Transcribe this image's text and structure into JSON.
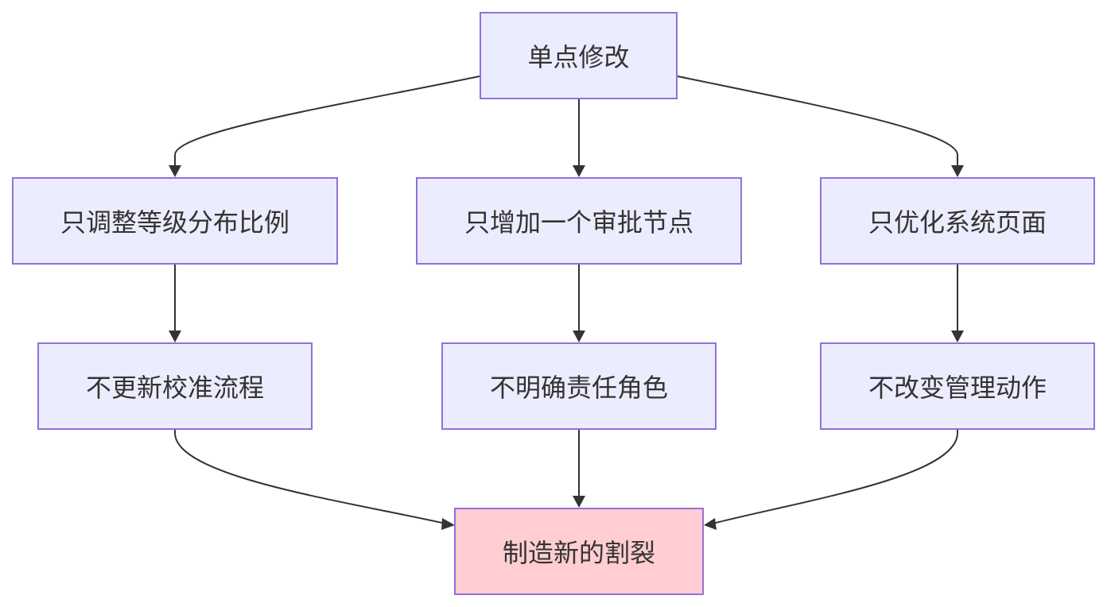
{
  "diagram": {
    "nodes": {
      "root": "单点修改",
      "a1": "只调整等级分布比例",
      "b1": "只增加一个审批节点",
      "c1": "只优化系统页面",
      "a2": "不更新校准流程",
      "b2": "不明确责任角色",
      "c2": "不改变管理动作",
      "outcome": "制造新的割裂"
    },
    "edges": [
      {
        "from": "root",
        "to": "a1"
      },
      {
        "from": "root",
        "to": "b1"
      },
      {
        "from": "root",
        "to": "c1"
      },
      {
        "from": "a1",
        "to": "a2"
      },
      {
        "from": "b1",
        "to": "b2"
      },
      {
        "from": "c1",
        "to": "c2"
      },
      {
        "from": "a2",
        "to": "outcome"
      },
      {
        "from": "b2",
        "to": "outcome"
      },
      {
        "from": "c2",
        "to": "outcome"
      }
    ],
    "colors": {
      "node_fill": "#ECECFF",
      "node_border": "#9370DB",
      "outcome_fill": "#FFCDD2",
      "edge": "#333333",
      "text": "#333333"
    }
  }
}
